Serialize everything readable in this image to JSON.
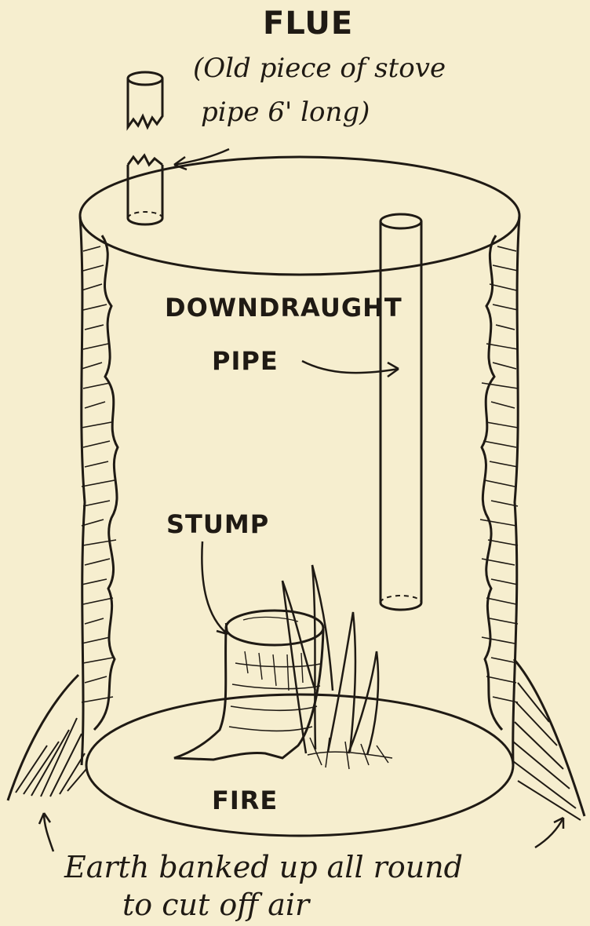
{
  "labels": {
    "flue_title": "FLUE",
    "flue_note_line1": "(Old piece of stove",
    "flue_note_line2": "pipe 6' long)",
    "downdraught_line1": "DOWNDRAUGHT",
    "downdraught_line2": "PIPE",
    "stump": "STUMP",
    "fire": "FIRE",
    "caption_line1": "Earth banked up all round",
    "caption_line2": "to cut off air"
  },
  "colors": {
    "paper": "#f6eecf",
    "ink": "#1f1a14"
  }
}
